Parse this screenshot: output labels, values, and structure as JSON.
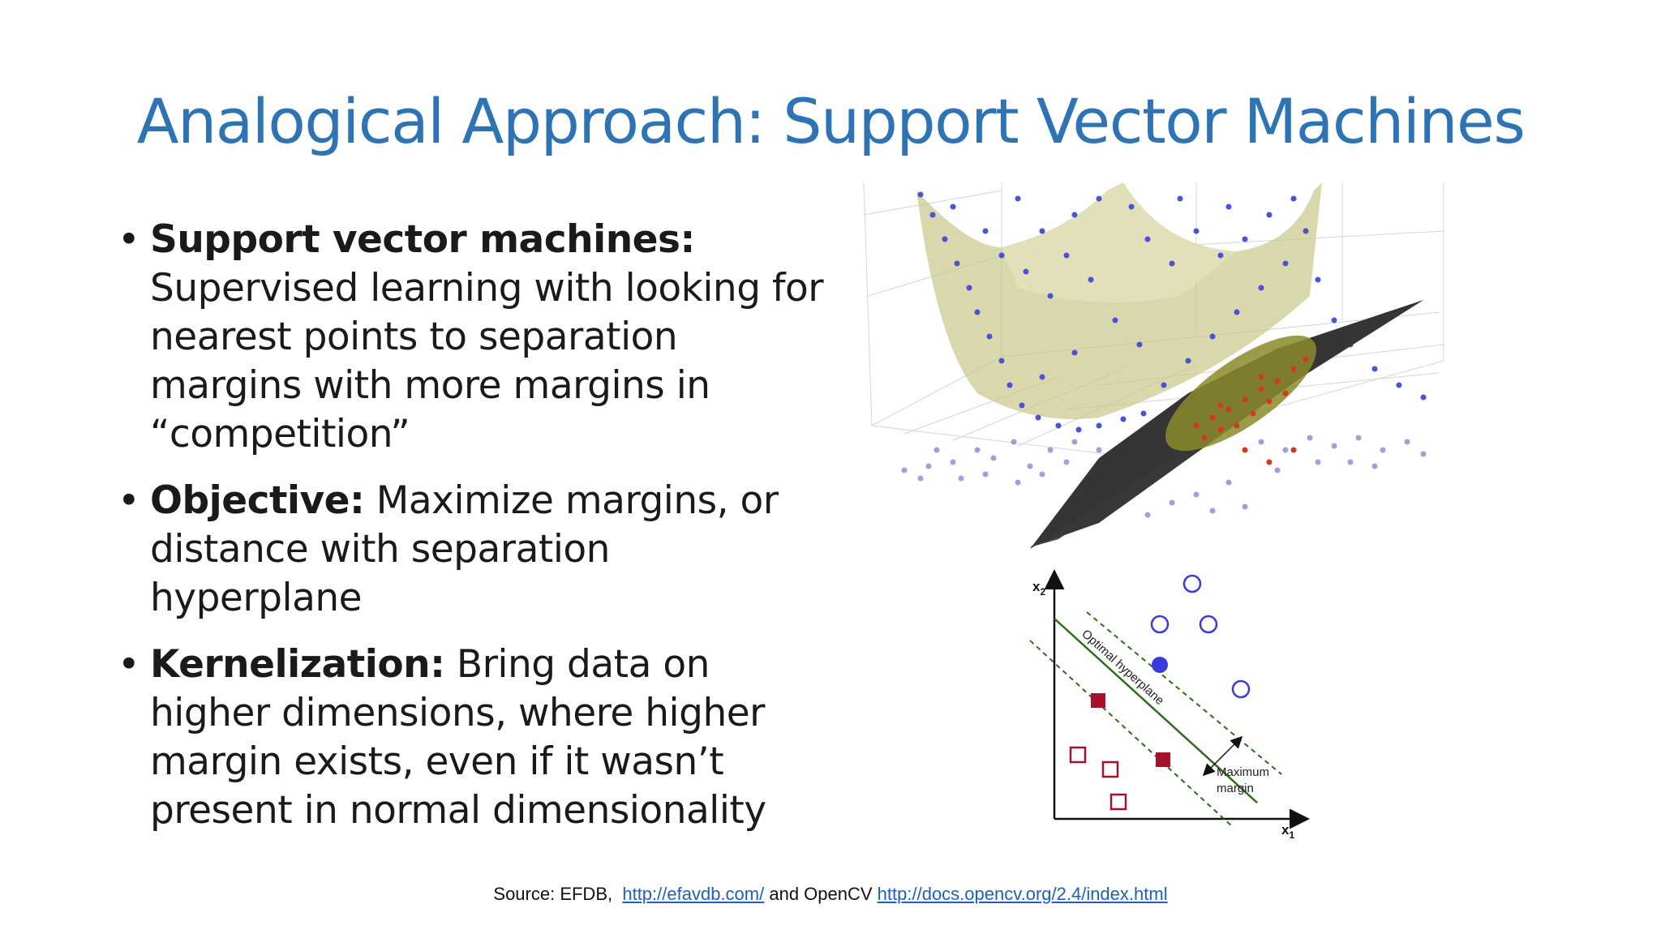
{
  "slide": {
    "title": "Analogical Approach: Support Vector Machines",
    "bullets": [
      {
        "term": "Support vector machines:",
        "text": "Supervised learning with looking for nearest points to separation margins with more margins in “competition”"
      },
      {
        "term": "Objective:",
        "text": "Maximize margins, or distance with separation hyperplane"
      },
      {
        "term": "Kernelization:",
        "text": "Bring data on higher dimensions, where higher margin exists, even if it wasn’t present in normal dimensionality"
      }
    ],
    "bullet_symbol": "•",
    "source": {
      "prefix": "Source: EFDB,",
      "link1": "http://efavdb.com/",
      "middle": "and OpenCV",
      "link2": "http://docs.opencv.org/2.4/index.html"
    }
  },
  "figure_2d": {
    "axis_x_label": "x",
    "axis_x_sub": "1",
    "axis_y_label": "x",
    "axis_y_sub": "2",
    "hyperplane_label": "Optimal hyperplane",
    "margin_label_1": "Maximum",
    "margin_label_2": "margin"
  },
  "colors": {
    "title": "#2e74b5",
    "link": "#1f5fbf",
    "hyperplane": "#2f6b1a",
    "class_a": "#3b3bdd",
    "class_b": "#a5102a",
    "surface": "#c9c78a",
    "plane": "#3a3a3a"
  }
}
